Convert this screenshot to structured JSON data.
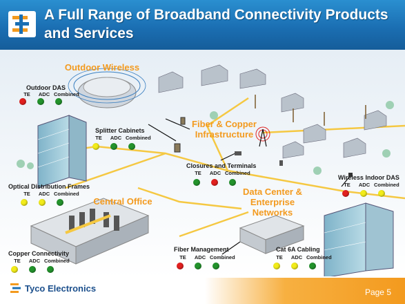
{
  "header": {
    "title": "A Full Range of Broadband Connectivity Products and Services"
  },
  "sections": {
    "outdoor_wireless": "Outdoor Wireless",
    "fiber_copper": "Fiber & Copper Infrastructure",
    "central_office": "Central Office",
    "data_center": "Data Center & Enterprise Networks"
  },
  "products": {
    "outdoor_das": {
      "label": "Outdoor DAS",
      "te": "TE",
      "adc": "ADC",
      "combined": "Combined",
      "status": [
        "red",
        "green",
        "green"
      ]
    },
    "splitter_cabinets": {
      "label": "Splitter Cabinets",
      "te": "TE",
      "adc": "ADC",
      "combined": "Combined",
      "status": [
        "yellow",
        "green",
        "green"
      ]
    },
    "closures_terminals": {
      "label": "Closures and Terminals",
      "te": "TE",
      "adc": "ADC",
      "combined": "Combined",
      "status": [
        "green",
        "red",
        "green"
      ]
    },
    "wireless_indoor_das": {
      "label": "Wireless Indoor DAS",
      "te": "TE",
      "adc": "ADC",
      "combined": "Combined",
      "status": [
        "red",
        "yellow",
        "yellow"
      ]
    },
    "optical_distribution": {
      "label": "Optical Distribution Frames",
      "te": "TE",
      "adc": "ADC",
      "combined": "Combined",
      "status": [
        "yellow",
        "yellow",
        "green"
      ]
    },
    "copper_connectivity": {
      "label": "Copper Connectivity",
      "te": "TE",
      "adc": "ADC",
      "combined": "Combined",
      "status": [
        "yellow",
        "green",
        "green"
      ]
    },
    "fiber_management": {
      "label": "Fiber Management",
      "te": "TE",
      "adc": "ADC",
      "combined": "Combined",
      "status": [
        "red",
        "green",
        "green"
      ]
    },
    "cat6a_cabling": {
      "label": "Cat 6A Cabling",
      "te": "TE",
      "adc": "ADC",
      "combined": "Combined",
      "status": [
        "yellow",
        "yellow",
        "green"
      ]
    }
  },
  "footer": {
    "brand": "Tyco Electronics",
    "page": "Page 5"
  },
  "colors": {
    "header_blue": "#1b6fb3",
    "accent_orange": "#f39a1e",
    "status_red": "#e2201f",
    "status_green": "#23932c",
    "status_yellow": "#f2ec1a"
  }
}
